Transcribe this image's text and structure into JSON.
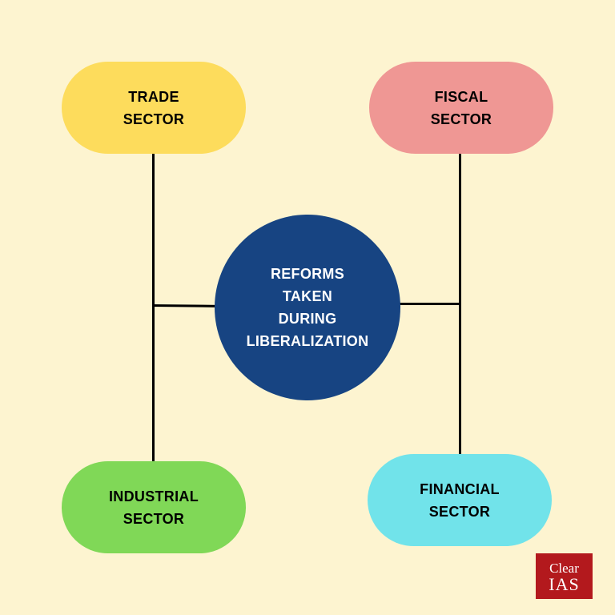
{
  "diagram": {
    "center": {
      "lines": [
        "REFORMS",
        "TAKEN",
        "DURING",
        "LIBERALIZATION"
      ],
      "color": "#174482"
    },
    "nodes": [
      {
        "id": "trade",
        "lines": [
          "TRADE",
          "SECTOR"
        ],
        "color": "#fddc5c"
      },
      {
        "id": "fiscal",
        "lines": [
          "FISCAL",
          "SECTOR"
        ],
        "color": "#ef9794"
      },
      {
        "id": "industrial",
        "lines": [
          "INDUSTRIAL",
          "SECTOR"
        ],
        "color": "#80d857"
      },
      {
        "id": "financial",
        "lines": [
          "FINANCIAL",
          "SECTOR"
        ],
        "color": "#71e3ea"
      }
    ],
    "background": "#fdf4d0"
  },
  "logo": {
    "line1": "Clear",
    "line2": "IAS",
    "color": "#b3191d"
  }
}
